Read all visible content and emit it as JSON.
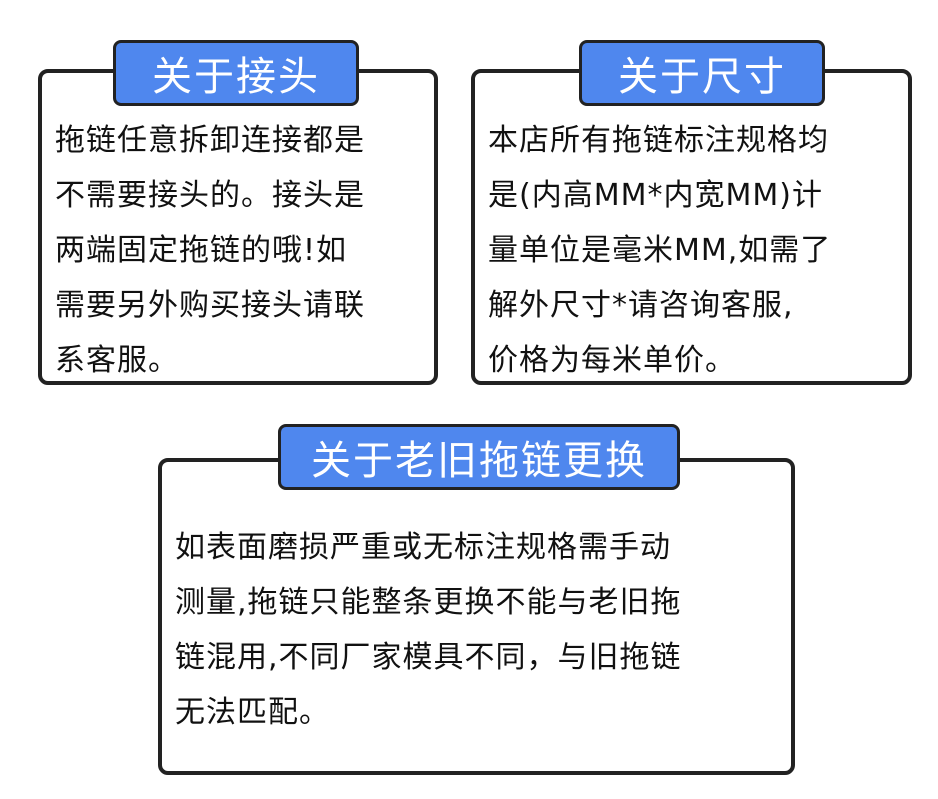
{
  "colors": {
    "tag_background": "#4f87ee",
    "border": "#222222",
    "text": "#111111"
  },
  "sections": [
    {
      "title": "关于接头",
      "body": "拖链任意拆卸连接都是\n不需要接头的。接头是\n两端固定拖链的哦!如\n需要另外购买接头请联\n系客服。"
    },
    {
      "title": "关于尺寸",
      "body": "本店所有拖链标注规格均\n是(内高MM*内宽MM)计\n量单位是毫米MM,如需了\n解外尺寸*请咨询客服,\n价格为每米单价。"
    },
    {
      "title": "关于老旧拖链更换",
      "body": "如表面磨损严重或无标注规格需手动\n测量,拖链只能整条更换不能与老旧拖\n链混用,不同厂家模具不同，与旧拖链\n无法匹配。"
    }
  ]
}
